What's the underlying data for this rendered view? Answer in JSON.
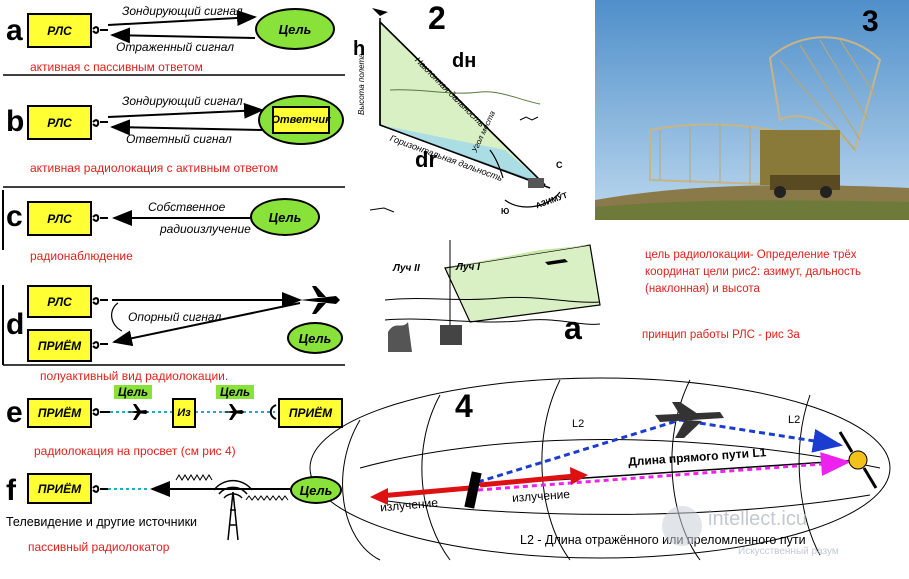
{
  "panes": {
    "a": {
      "letter": "a",
      "box": "РЛС",
      "sig1": "Зондирующий сигнал",
      "sig2": "Отраженный сигнал",
      "target": "Цель",
      "caption": "активная с пассивным ответом"
    },
    "b": {
      "letter": "b",
      "box": "РЛС",
      "sig1": "Зондирующий сигнал",
      "sig2": "Ответный сигнал",
      "target": "Ответчик",
      "caption": "активная радиолокация с активным ответом"
    },
    "c": {
      "letter": "c",
      "box": "РЛС",
      "sig1": "Собственное",
      "sig2": "радиоизлучение",
      "target": "Цель",
      "caption": "радионаблюдение"
    },
    "d": {
      "letter": "d",
      "box1": "РЛС",
      "box2": "ПРИЁМ",
      "sig": "Опорный сигнал",
      "target": "Цель",
      "caption": "полуактивный вид радиолокации."
    },
    "e": {
      "letter": "e",
      "box1": "ПРИЁМ",
      "box_mid": "Из",
      "box2": "ПРИЁМ",
      "target1": "Цель",
      "target2": "Цель",
      "caption": "радиолокация на просвет (см рис 4)"
    },
    "f": {
      "letter": "f",
      "box": "ПРИЁМ",
      "target": "Цель",
      "tv": "Телевидение и другие источники",
      "caption": "пассивный радиолокатор"
    }
  },
  "fig2": {
    "number": "2",
    "h": "h",
    "dn": "dн",
    "dr": "dr",
    "height_label": "Высота полета",
    "slant_label": "Наклонная дальность",
    "horiz_label": "Горизонтальная дальность",
    "angle_label": "Угол места",
    "azimuth_label": "АЗИМУТ",
    "north": "С",
    "south": "Ю"
  },
  "fig3": {
    "number": "3"
  },
  "fig3a": {
    "letter": "а",
    "beam2": "Луч II",
    "beam1": "Луч I"
  },
  "info": {
    "goal": "цель  радиолокации- Определение трёх координат цели рис2: азимут, дальность (наклонная) и высота",
    "principle": "принцип работы РЛС - рис 3а"
  },
  "fig4": {
    "number": "4",
    "l2_left": "L2",
    "l2_right": "L2",
    "direct": "Длина прямого пути L1",
    "emit_left": "излучение",
    "emit_mid": "излучение",
    "caption": "L2 - Длина отражённого или преломленного пути"
  },
  "watermark": {
    "main": "intellect.icu",
    "sub": "Искусственный разум"
  },
  "colors": {
    "box": "#ffff33",
    "target": "#88e23a",
    "caption": "#e0201a",
    "reflect": "#1a3ccf",
    "direct": "#ee22ee",
    "emit": "#dd1111"
  }
}
